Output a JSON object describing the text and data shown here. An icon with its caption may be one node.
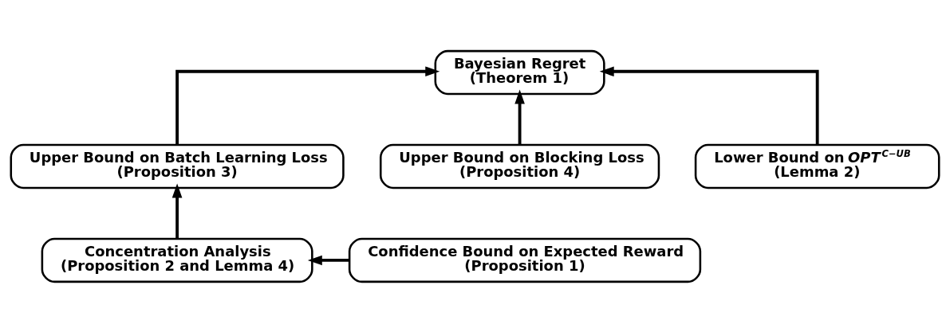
{
  "diagram": {
    "nodes": [
      {
        "text": [
          "Bayesian Regret",
          "(Theorem 1)"
        ]
      },
      {
        "text": [
          "Upper Bound on Batch Learning Loss",
          "(Proposition 3)"
        ]
      },
      {
        "text": [
          "Upper Bound on Blocking Loss",
          "(Proposition 4)"
        ]
      },
      {
        "text": [
          "Lower Bound on *OPT*$^{C−UB}$",
          "(Lemma 2)"
        ]
      },
      {
        "text": [
          "Concentration Analysis",
          "(Proposition 2 and Lemma 4)"
        ]
      },
      {
        "text": [
          "Confidence Bound on Expected Reward",
          "(Proposition 1)"
        ]
      }
    ],
    "edges": [
      {
        "from": 1,
        "to": 0,
        "arrow": "to"
      },
      {
        "from": 2,
        "to": 0,
        "arrow": "to"
      },
      {
        "from": 3,
        "to": 0,
        "arrow": "to"
      },
      {
        "from": 4,
        "to": 1,
        "arrow": "to"
      },
      {
        "from": 5,
        "to": 4,
        "arrow": "to"
      }
    ]
  }
}
